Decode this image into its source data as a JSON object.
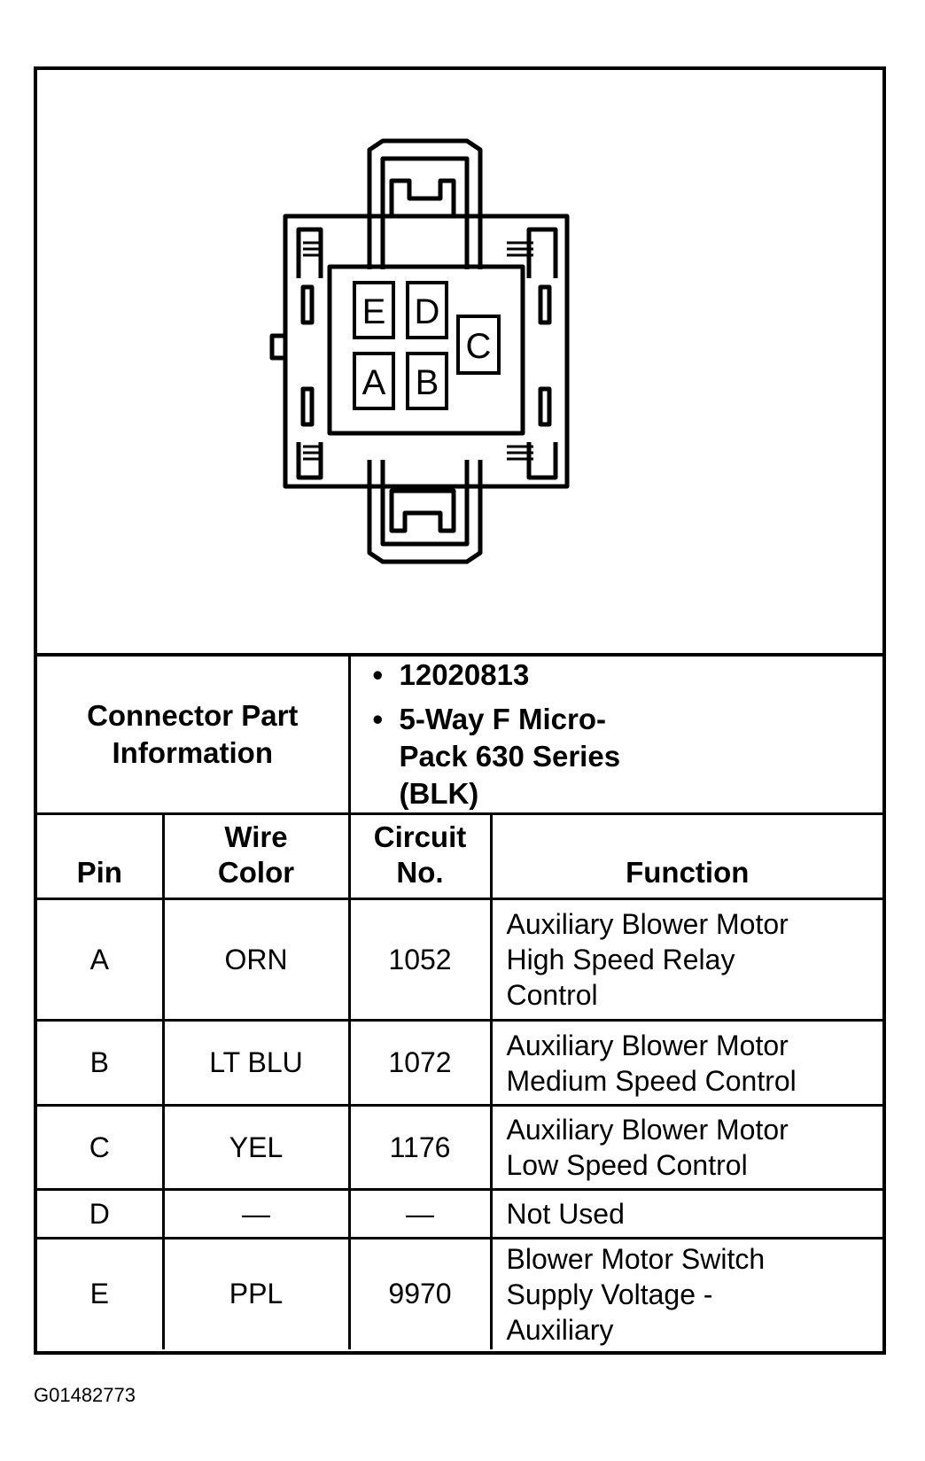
{
  "connector": {
    "pin_labels": [
      "E",
      "D",
      "C",
      "A",
      "B"
    ]
  },
  "part_info": {
    "label": "Connector Part Information",
    "bullet": "•",
    "items": [
      "12020813",
      "5-Way F Micro-Pack 630 Series (BLK)"
    ]
  },
  "table": {
    "headers": {
      "pin": "Pin",
      "wire_color": "Wire Color",
      "circuit_no": "Circuit No.",
      "function": "Function"
    },
    "rows": [
      {
        "pin": "A",
        "wire_color": "ORN",
        "circuit_no": "1052",
        "function": "Auxiliary Blower Motor High Speed Relay Control"
      },
      {
        "pin": "B",
        "wire_color": "LT BLU",
        "circuit_no": "1072",
        "function": "Auxiliary Blower Motor Medium Speed Control"
      },
      {
        "pin": "C",
        "wire_color": "YEL",
        "circuit_no": "1176",
        "function": "Auxiliary Blower Motor Low Speed Control"
      },
      {
        "pin": "D",
        "wire_color": "—",
        "circuit_no": "—",
        "function": "Not Used"
      },
      {
        "pin": "E",
        "wire_color": "PPL",
        "circuit_no": "9970",
        "function": "Blower Motor Switch Supply Voltage - Auxiliary"
      }
    ]
  },
  "figure_id": "G01482773"
}
